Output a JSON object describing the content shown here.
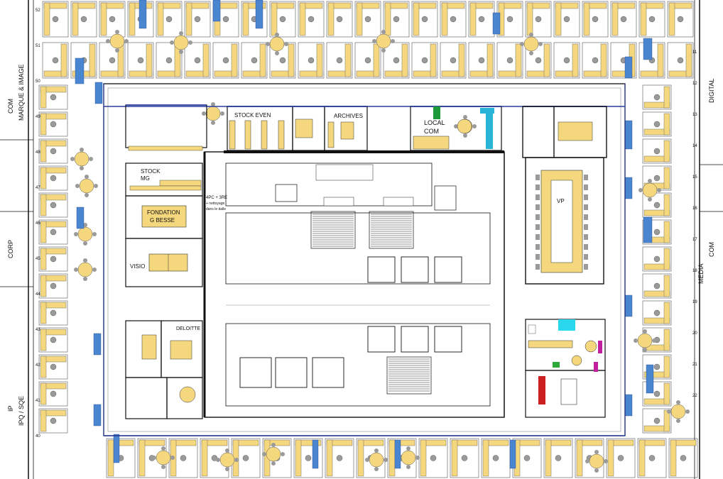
{
  "zones": {
    "left": [
      {
        "id": "com",
        "label": "COM"
      },
      {
        "id": "marque",
        "label": "MARQUE & IMAGE"
      },
      {
        "id": "corp",
        "label": "CORP"
      },
      {
        "id": "ip",
        "label": "IP"
      },
      {
        "id": "ipqse",
        "label": "IPQ / SQE"
      }
    ],
    "right": [
      {
        "id": "digital",
        "label": "DIGITAL"
      },
      {
        "id": "com_r",
        "label": "COM"
      },
      {
        "id": "media",
        "label": "MEDIA"
      }
    ]
  },
  "rooms": {
    "stock_even": "STOCK EVEN",
    "archives": "ARCHIVES",
    "local_com_1": "LOCAL",
    "local_com_2": "COM",
    "stock_mg_1": "STOCK",
    "stock_mg_2": "MG",
    "fondation_1": "FONDATION",
    "fondation_2": "G BESSE",
    "visio": "VISIO",
    "vp": "VP",
    "deloitte": "DELOITTE",
    "note_1": "4PC + 3RE",
    "note_2": "+ nettoyage",
    "note_3": "dans le dalle"
  },
  "row_numbers_right": [
    "11",
    "12",
    "13",
    "14",
    "15",
    "16",
    "17",
    "18",
    "19",
    "20",
    "21",
    "22"
  ],
  "row_numbers_left": [
    "52",
    "51",
    "50",
    "49",
    "48",
    "47",
    "46",
    "45",
    "44",
    "43",
    "42",
    "41",
    "40"
  ],
  "colors": {
    "desk": "#f5d77e",
    "chair": "#9a9a9a",
    "blue": "#4a86d0",
    "wall": "#111111",
    "partition": "#2a3f9c",
    "red": "#cc2020",
    "green": "#2ea83a",
    "cyan": "#2ad8ee",
    "magenta": "#c020a0"
  }
}
